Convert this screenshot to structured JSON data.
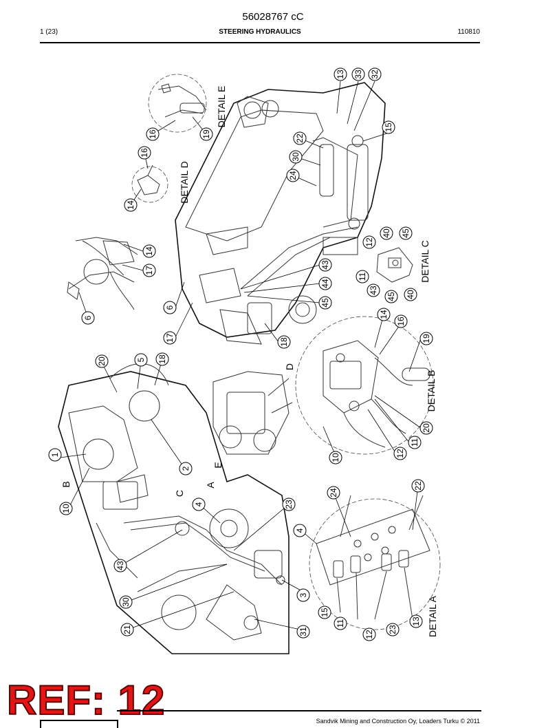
{
  "header": {
    "doc_number": "56028767 cC",
    "page": "1 (23)",
    "title": "STEERING HYDRAULICS",
    "date": "110810"
  },
  "labels": {
    "detail_e": "DETAIL E",
    "detail_d": "DETAIL D",
    "detail_c": "DETAIL C",
    "detail_b": "DETAIL B",
    "detail_a": "DETAIL A",
    "view_a": "A",
    "view_b": "B",
    "view_c": "C",
    "view_d": "D",
    "view_e": "E"
  },
  "callouts": {
    "c13a": "13",
    "c33": "33",
    "c32": "32",
    "c15a": "15",
    "c22a": "22",
    "c30a": "30",
    "c24a": "24",
    "c16a": "16",
    "c19a": "19",
    "c16b": "16",
    "c14a": "14",
    "c14b": "14",
    "c17a": "17",
    "c6a": "6",
    "c6b": "6",
    "c17b": "17",
    "c43a": "43",
    "c44": "44",
    "c45a": "45",
    "c18a": "18",
    "c40a": "40",
    "c45b": "45",
    "c12a": "12",
    "c11a": "11",
    "c43b": "43",
    "c45c": "45",
    "c40b": "40",
    "c14c": "14",
    "c16c": "16",
    "c19b": "19",
    "c20a": "20",
    "c11b": "11",
    "c12b": "12",
    "c10a": "10",
    "c20b": "20",
    "c5": "5",
    "c18b": "18",
    "c1": "1",
    "c2": "2",
    "c10b": "10",
    "c4a": "4",
    "c23a": "23",
    "c43c": "43",
    "c30b": "30",
    "c21": "21",
    "c3": "3",
    "c31": "31",
    "c24b": "24",
    "c22b": "22",
    "c4b": "4",
    "c15b": "15",
    "c11c": "11",
    "c12c": "12",
    "c23b": "23",
    "c13b": "13"
  },
  "stamp": {
    "text": "REF: 12"
  },
  "footer": {
    "text": "Sandvik Mining and Construction Oy, Loaders Turku © 2011"
  }
}
